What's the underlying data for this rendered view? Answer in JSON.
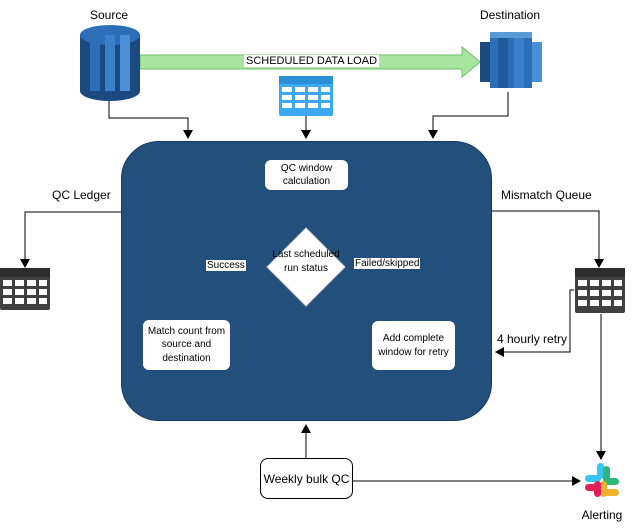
{
  "title_source": "Source",
  "title_destination": "Destination",
  "scheduled_load": "SCHEDULED DATA LOAD",
  "qc_ledger": "QC Ledger",
  "mismatch_queue": "Mismatch Queue",
  "qc_window": "QC window calculation",
  "decision": "Last scheduled run status",
  "success": "Success",
  "failed": "Failed/skipped",
  "match_count": "Match count from source and destination",
  "add_window": "Add complete window for retry",
  "retry": "4 hourly retry",
  "weekly": "Weekly bulk QC",
  "alerting": "Alerting",
  "colors": {
    "panel": "#234f7d",
    "db_dark": "#1a4a7f",
    "db_mid": "#2c6fb6",
    "db_light": "#4b8fd6",
    "arrow_green": "#a8e6a0",
    "table_blue": "#3da9f2"
  },
  "icons": [
    "database-icon",
    "table-icon",
    "slack-icon"
  ]
}
